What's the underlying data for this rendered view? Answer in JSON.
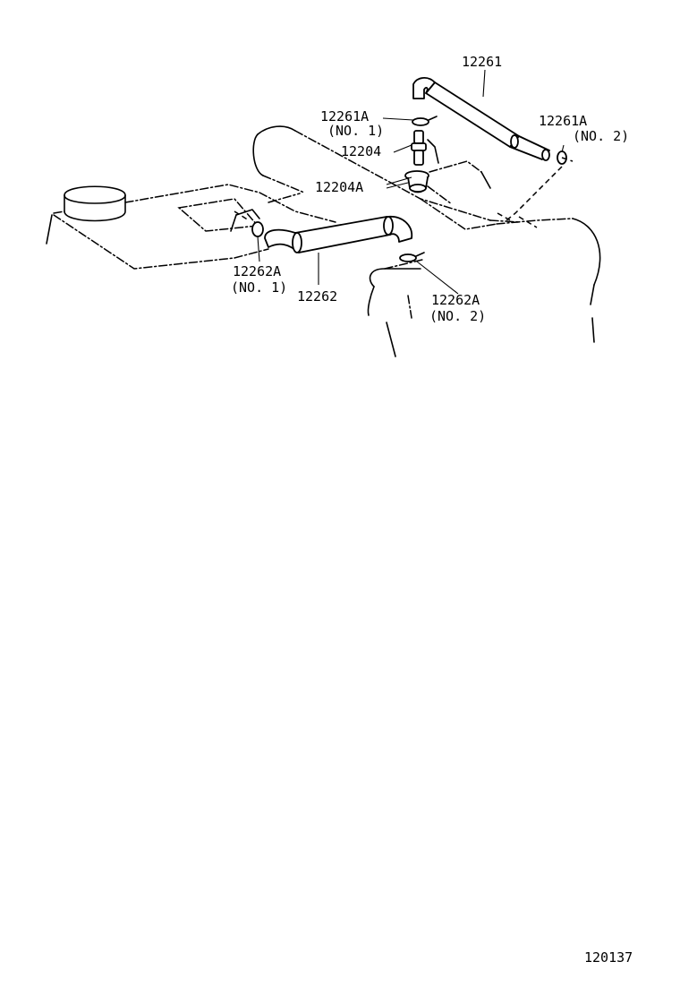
{
  "labels": {
    "p12261": "12261",
    "p12261a_no1": "12261A",
    "p12261a_no1_sub": "(NO. 1)",
    "p12261a_no2": "12261A",
    "p12261a_no2_sub": "(NO. 2)",
    "p12204": "12204",
    "p12204a": "12204A",
    "p12262a_no1": "12262A",
    "p12262a_no1_sub": "(NO. 1)",
    "p12262": "12262",
    "p12262a_no2": "12262A",
    "p12262a_no2_sub": "(NO. 2)"
  },
  "figure_number": "120137"
}
